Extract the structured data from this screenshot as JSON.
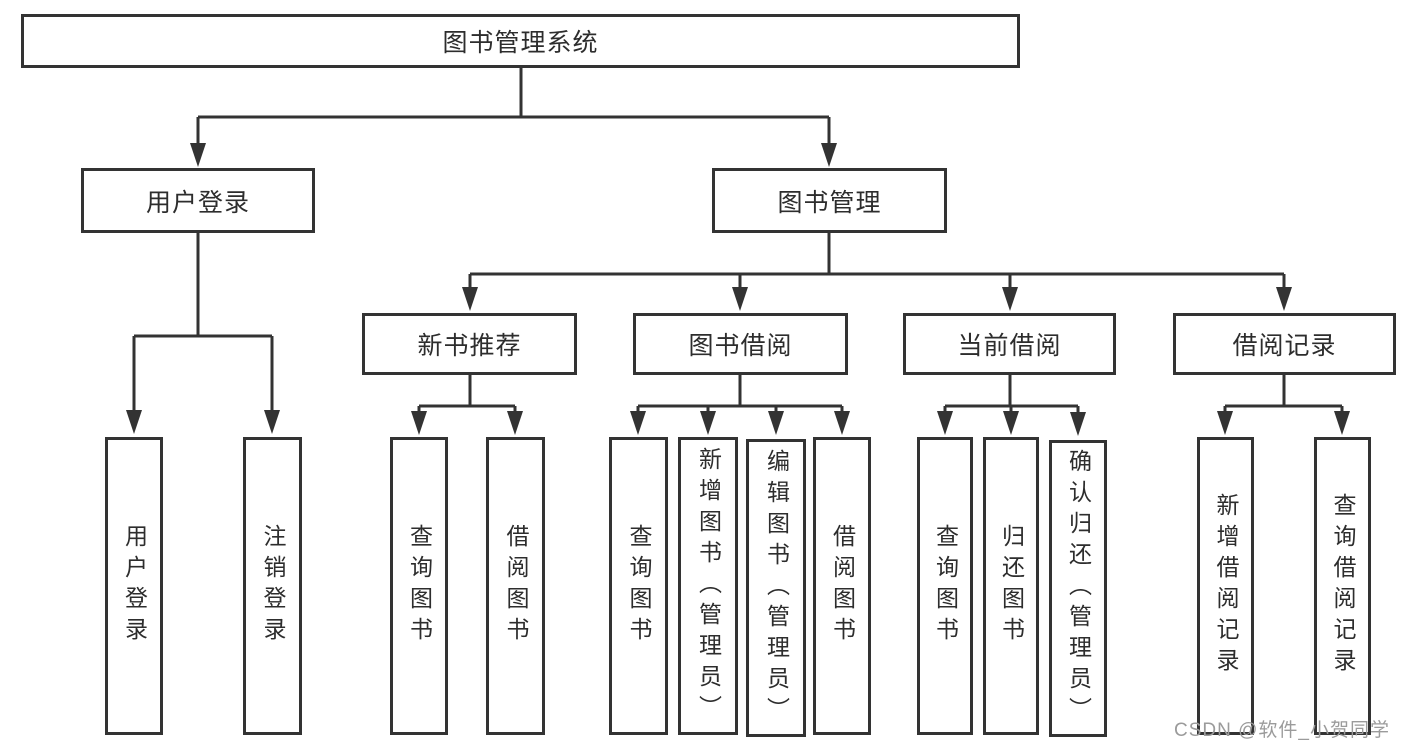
{
  "diagram": {
    "root": "图书管理系统",
    "branches": [
      {
        "label": "用户登录",
        "leaves": [
          "用户登录",
          "注销登录"
        ]
      },
      {
        "label": "图书管理",
        "sections": [
          {
            "label": "新书推荐",
            "leaves": [
              "查询图书",
              "借阅图书"
            ]
          },
          {
            "label": "图书借阅",
            "leaves": [
              "查询图书",
              "新增图书（管理员）",
              "编辑图书（管理员）",
              "借阅图书"
            ]
          },
          {
            "label": "当前借阅",
            "leaves": [
              "查询图书",
              "归还图书",
              "确认归还（管理员）"
            ]
          },
          {
            "label": "借阅记录",
            "leaves": [
              "新增借阅记录",
              "查询借阅记录"
            ]
          }
        ]
      }
    ],
    "watermark": "CSDN @软件_小贺同学",
    "colors": {
      "line": "#333333",
      "text": "#2d2d2d",
      "background": "#ffffff",
      "watermark": "#9b9b9b"
    }
  }
}
